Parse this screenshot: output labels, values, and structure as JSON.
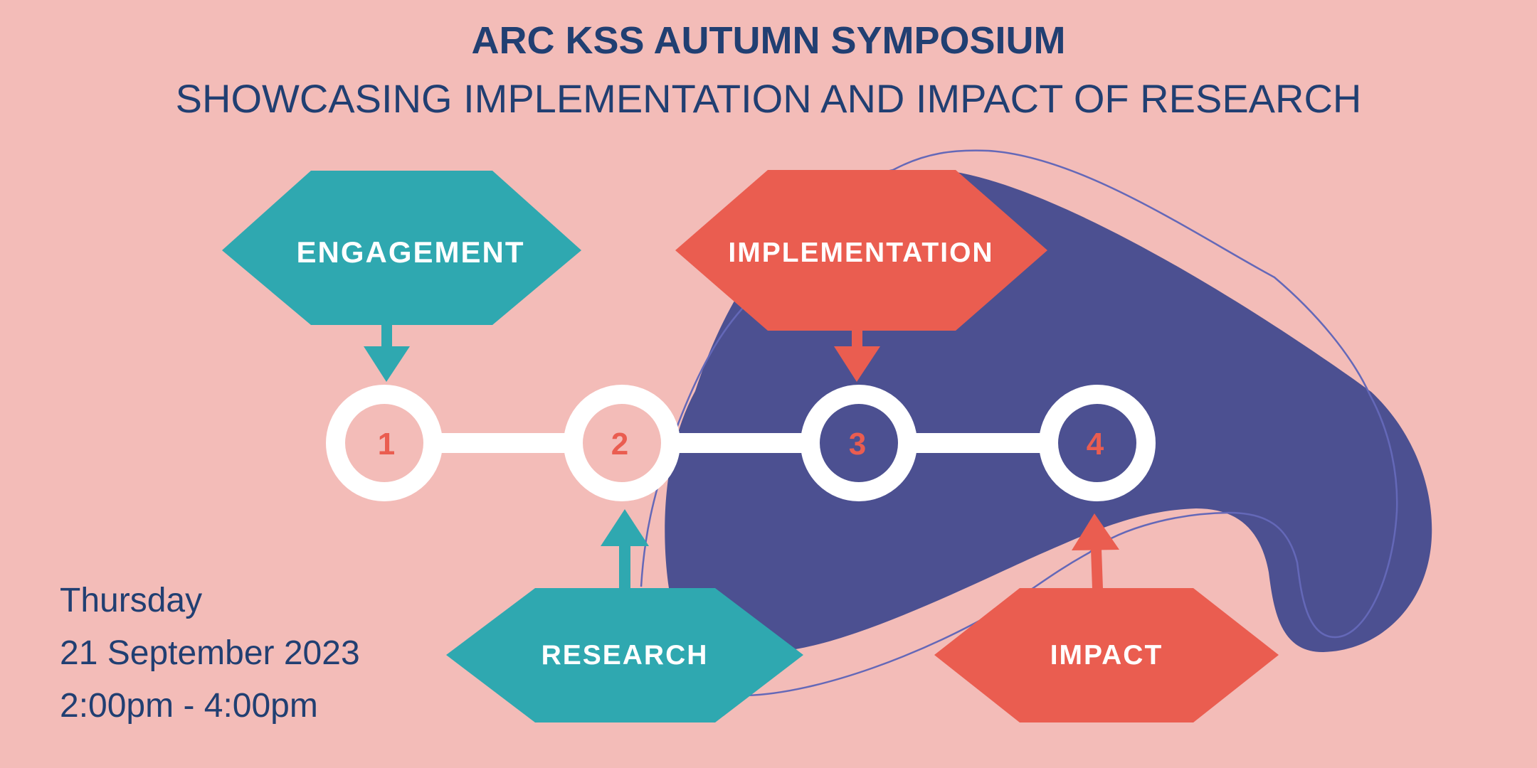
{
  "header": {
    "title": "ARC KSS AUTUMN SYMPOSIUM",
    "subtitle": "SHOWCASING IMPLEMENTATION AND IMPACT OF RESEARCH"
  },
  "event": {
    "day": "Thursday",
    "date": "21 September 2023",
    "time": "2:00pm - 4:00pm"
  },
  "steps": [
    {
      "number": "1",
      "label": "ENGAGEMENT",
      "hex_color": "#2FA8B0",
      "position": "above"
    },
    {
      "number": "2",
      "label": "RESEARCH",
      "hex_color": "#2FA8B0",
      "position": "below"
    },
    {
      "number": "3",
      "label": "IMPLEMENTATION",
      "hex_color": "#EA5D50",
      "position": "above"
    },
    {
      "number": "4",
      "label": "IMPACT",
      "hex_color": "#EA5D50",
      "position": "below"
    }
  ],
  "colors": {
    "background": "#F3BCB8",
    "navy_text": "#213F72",
    "teal": "#2FA8B0",
    "coral": "#EA5D50",
    "blob": "#4C5091",
    "outline": "#6468B8",
    "number": "#EA5D50",
    "white": "#FFFFFF"
  }
}
